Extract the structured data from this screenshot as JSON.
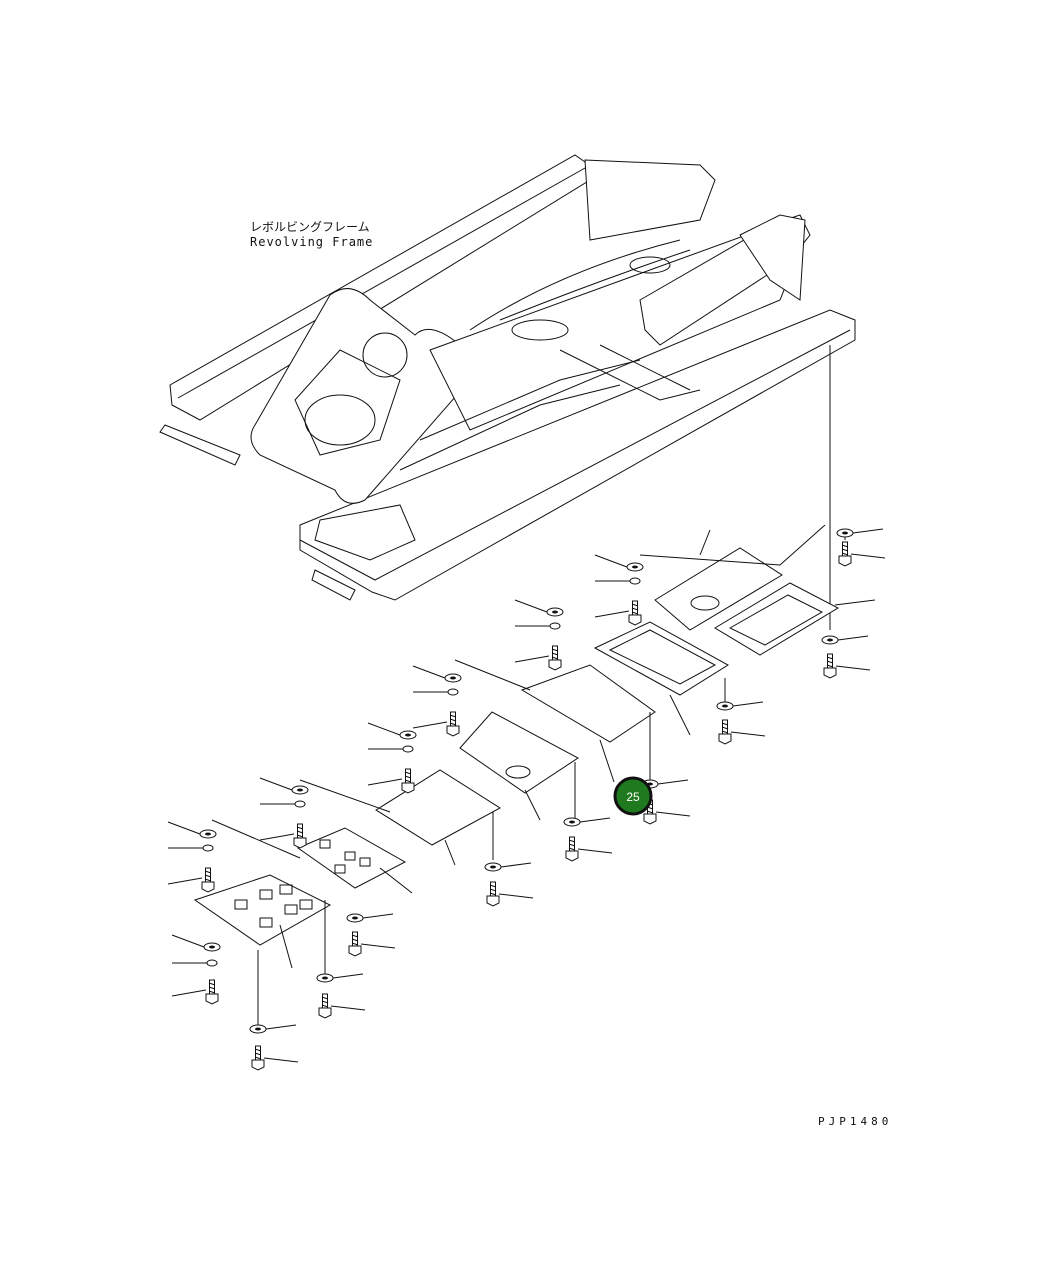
{
  "diagram": {
    "frame_label_jp": "レボルビングフレーム",
    "frame_label_en": "Revolving Frame",
    "drawing_code": "PJP1480",
    "callout": {
      "number": "25",
      "color": "#1f7a1f",
      "ring": "#111111"
    }
  }
}
